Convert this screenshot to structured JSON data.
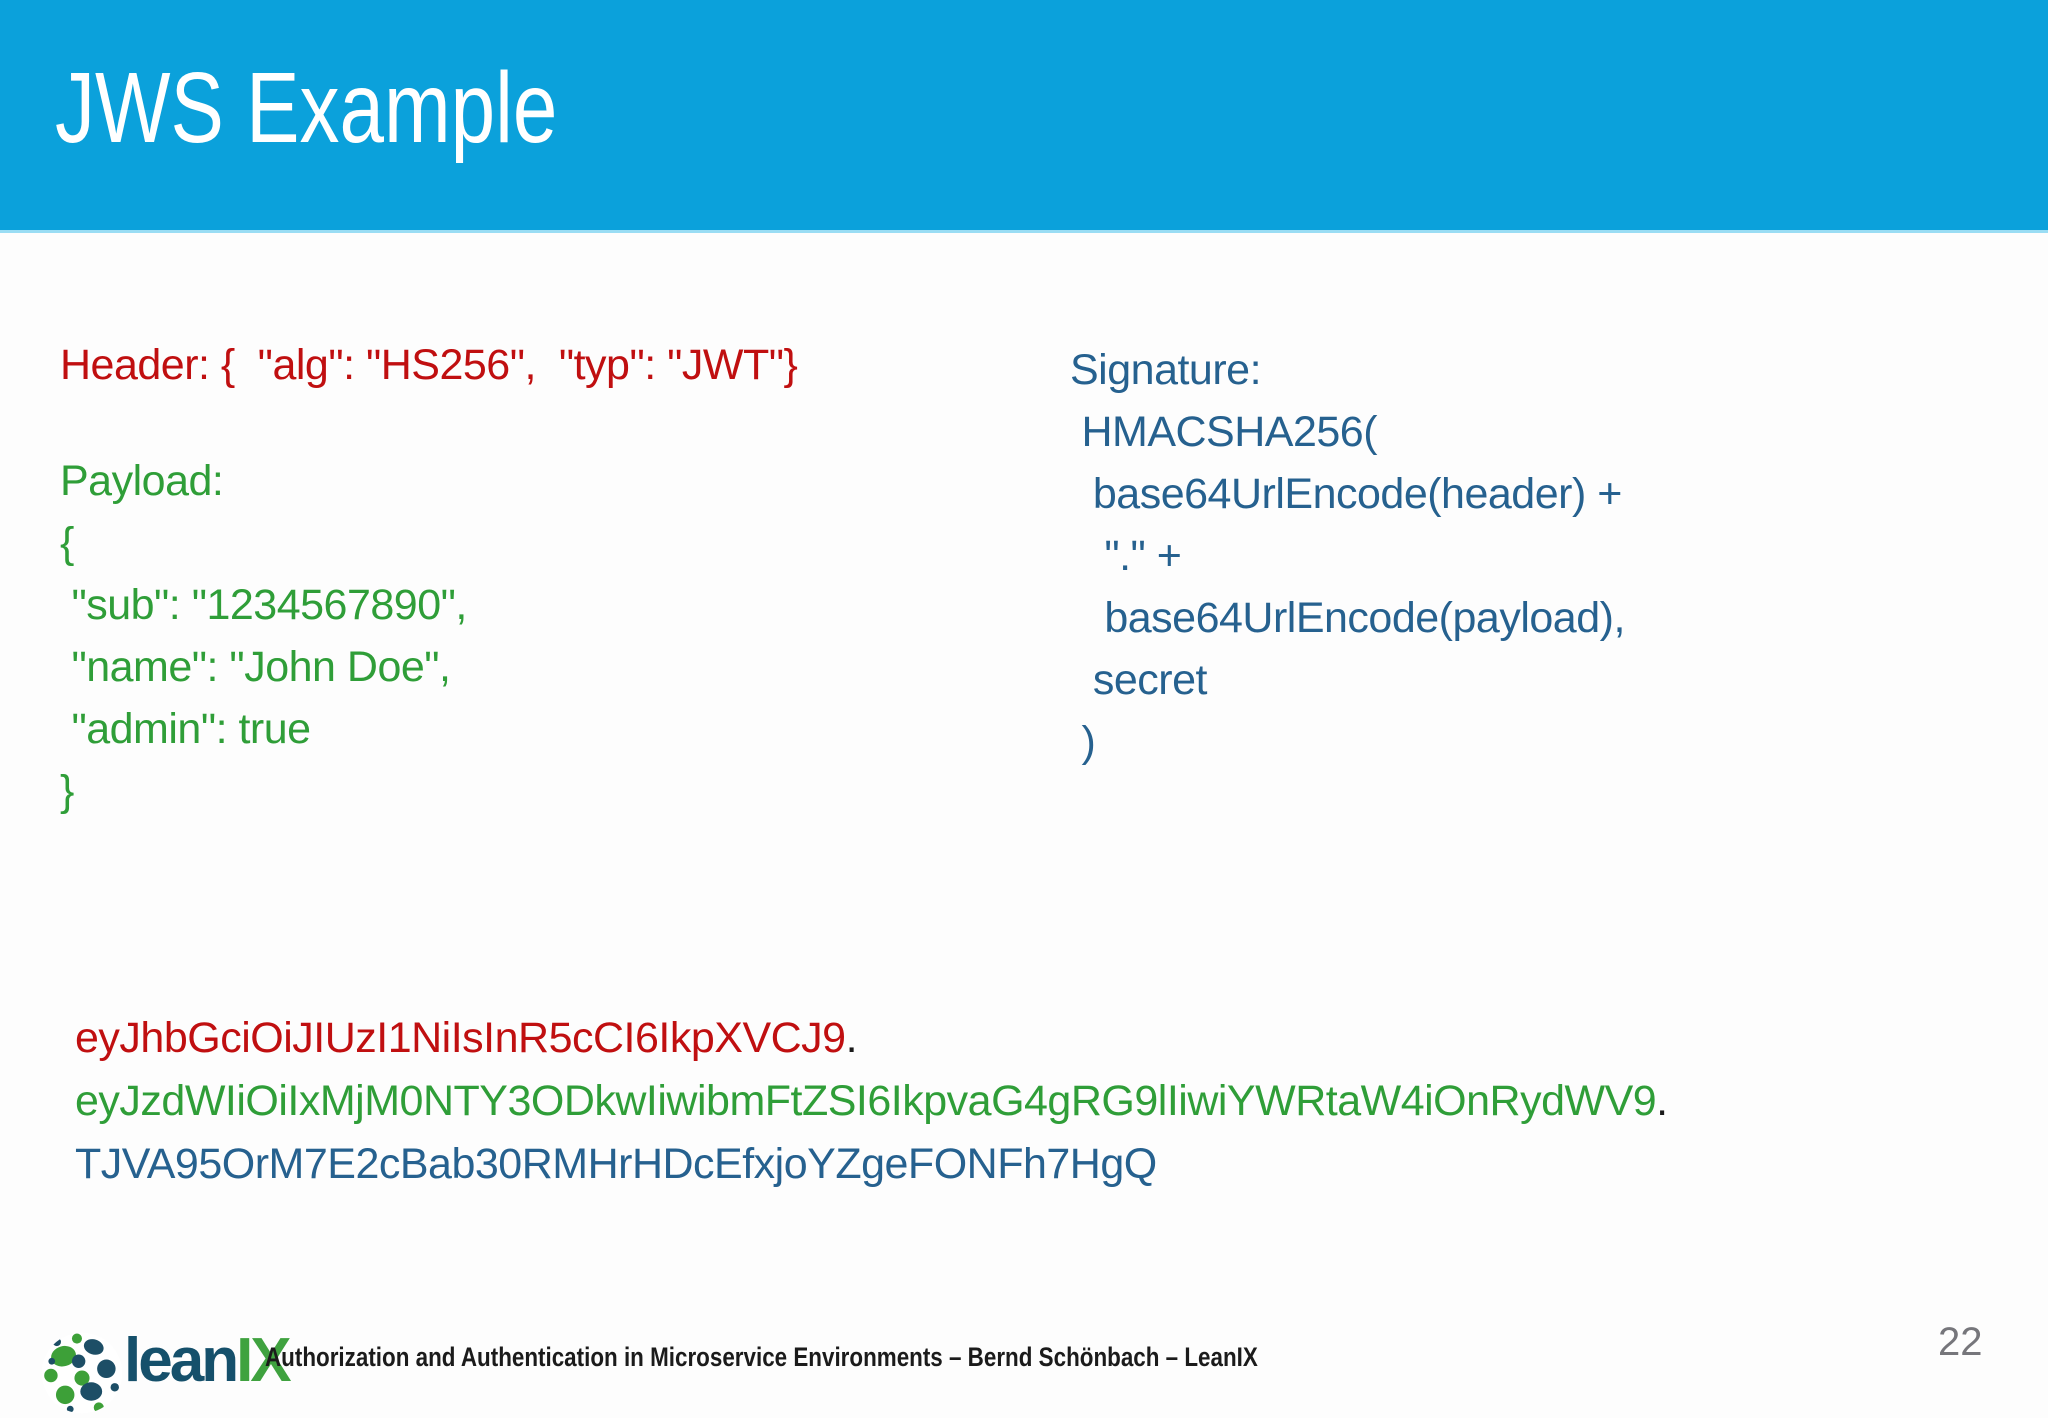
{
  "title_bar": {
    "title": "JWS Example",
    "background": "#0BA1DB",
    "bottom_edge": "#9ADDF4"
  },
  "jws": {
    "header_line": "Header: {  \"alg\": \"HS256\",  \"typ\": \"JWT\"}",
    "payload_block": "Payload:\n{\n \"sub\": \"1234567890\",\n \"name\": \"John Doe\",\n \"admin\": true\n}",
    "signature_block": "Signature:\n HMACSHA256(\n  base64UrlEncode(header) +\n   \".\" +\n   base64UrlEncode(payload),\n  secret\n )"
  },
  "token": {
    "header_part": "eyJhbGciOiJIUzI1NiIsInR5cCI6IkpXVCJ9",
    "separator": ".",
    "payload_part": "eyJzdWIiOiIxMjM0NTY3ODkwIiwibmFtZSI6IkpvaG4gRG9lIiwiYWRtaW4iOnRydWV9",
    "signature_part": "TJVA95OrM7E2cBab30RMHrHDcEfxjoYZgeFONFh7HgQ"
  },
  "colors": {
    "header_red": "#C00F10",
    "payload_green": "#2F9E38",
    "signature_blue": "#26618F",
    "separator_black": "#1A1A1A",
    "page_number_gray": "#76767B",
    "logo_dark_blue": "#15506B",
    "logo_green": "#3FA23F"
  },
  "footer": {
    "logo_lean": "lean",
    "logo_ix": "IX",
    "logo_icon": "leanix-sphere-icon",
    "caption": "Authorization and Authentication in Microservice Environments – Bernd Schönbach – LeanIX",
    "page_number": "22"
  }
}
